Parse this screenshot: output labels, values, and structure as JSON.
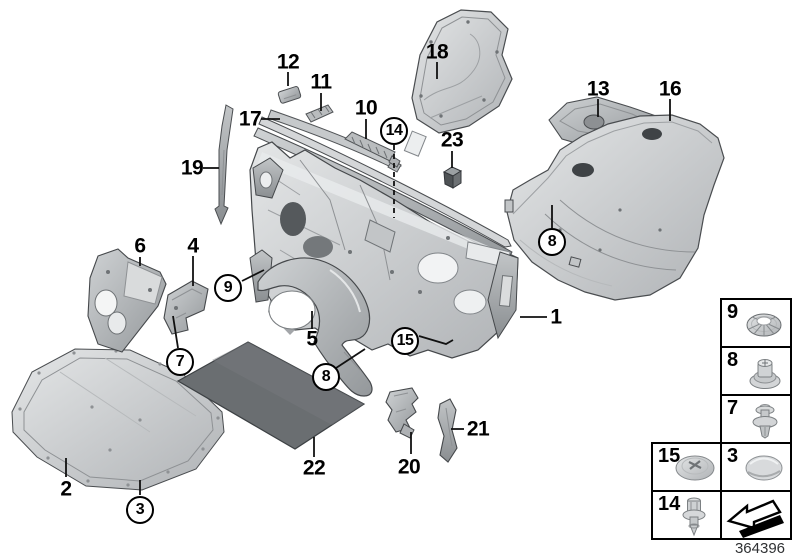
{
  "diagram": {
    "callouts": {
      "plain": [
        "12",
        "11",
        "10",
        "17",
        "19",
        "18",
        "13",
        "16",
        "23",
        "6",
        "4",
        "1",
        "5",
        "21",
        "20",
        "22",
        "2"
      ],
      "circled": [
        "14",
        "8",
        "9",
        "7",
        "15",
        "8",
        "3"
      ]
    },
    "legend": {
      "cells": [
        {
          "label": "9",
          "icon": "spring-washer-icon"
        },
        {
          "label": "8",
          "icon": "plastic-nut-icon"
        },
        {
          "label": "7",
          "icon": "expanding-rivet-icon"
        },
        {
          "label": "15",
          "icon": "push-button-clip-icon"
        },
        {
          "label": "3",
          "icon": "cover-cap-icon"
        },
        {
          "label": "14",
          "icon": "blind-rivet-icon"
        },
        {
          "label": "",
          "icon": "direction-arrow-icon"
        }
      ]
    },
    "footer": {
      "diagram_number": "364396"
    },
    "colors": {
      "part_light": "#d6d8da",
      "part_mid": "#aeb1b4",
      "part_dark": "#84888b",
      "sheet_dark": "#6a6e71",
      "outline": "#4a4d50",
      "label": "#000000",
      "background": "#ffffff"
    }
  }
}
